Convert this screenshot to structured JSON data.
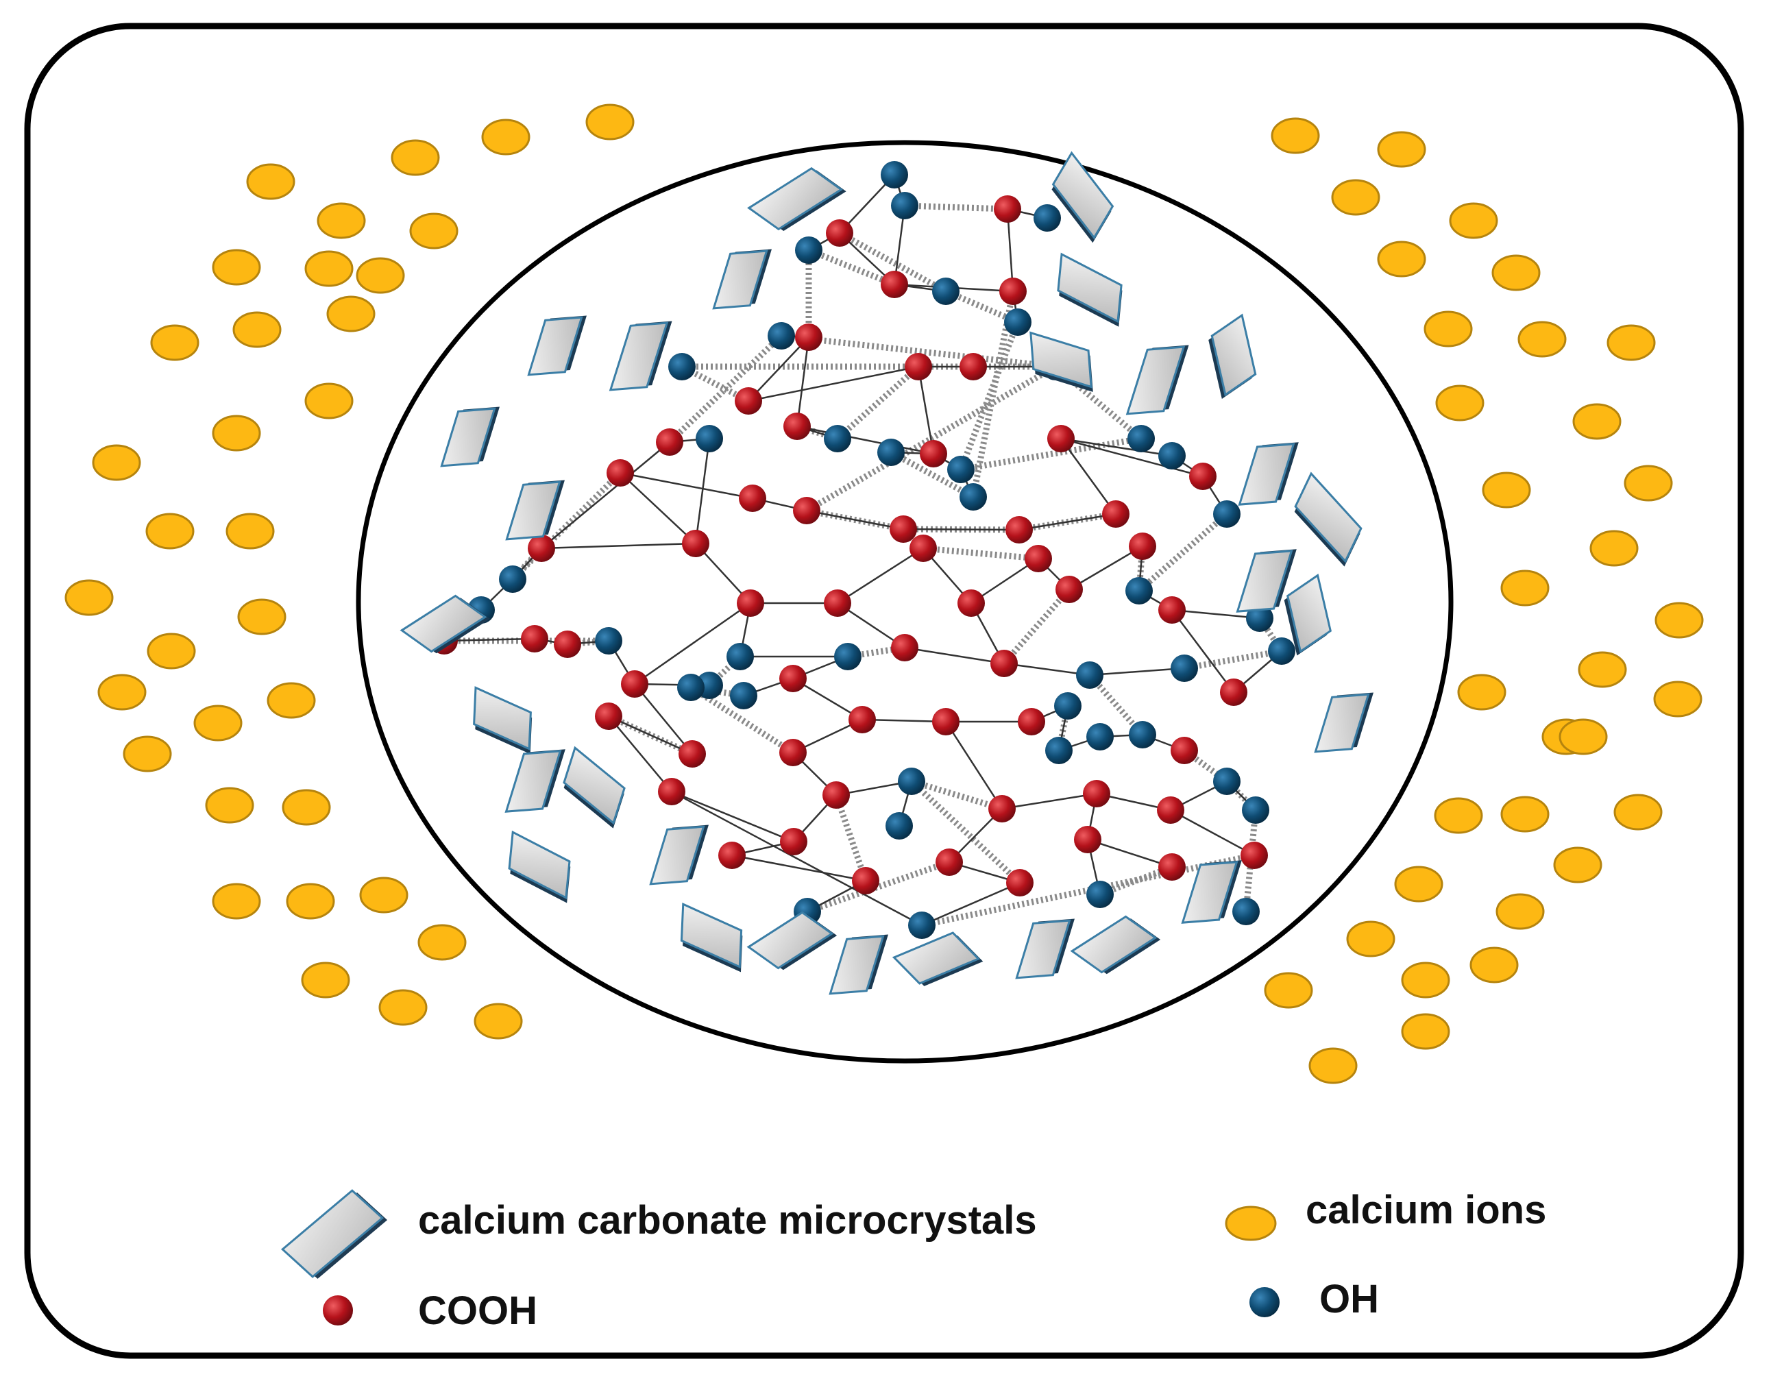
{
  "legend": {
    "crystals_label": "calcium carbonate microcrystals",
    "ions_label": "calcium ions",
    "cooh_label": "COOH",
    "oh_label": "OH"
  },
  "colors": {
    "calcium_ion": "#FDB813",
    "calcium_ion_stroke": "#B5840E",
    "cooh": "#B5121B",
    "oh": "#0F4C73",
    "crystal_face": "#D7D7D7",
    "crystal_edge": "#3B7EA6",
    "hydrogen_bond": "#8A8A8A",
    "bond": "#333333"
  },
  "icons": [
    "crystal-plate-icon",
    "calcium-ion-icon",
    "cooh-node-icon",
    "oh-node-icon"
  ]
}
